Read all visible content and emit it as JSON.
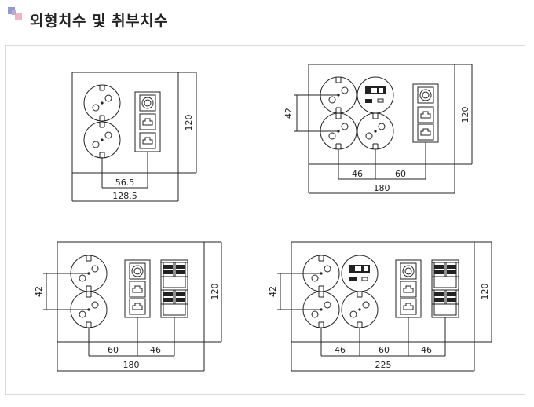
{
  "page": {
    "title": "외형치수 및 취부치수"
  },
  "diagrams": [
    {
      "widths": [
        "56.5",
        "128.5"
      ],
      "height": "120"
    },
    {
      "spacing": "42",
      "widths": [
        "46",
        "60",
        "180"
      ],
      "height": "120"
    },
    {
      "spacing": "42",
      "widths": [
        "60",
        "46",
        "180"
      ],
      "height": "120"
    },
    {
      "spacing": "42",
      "widths": [
        "46",
        "60",
        "46",
        "225"
      ],
      "height": "120"
    }
  ],
  "colors": {
    "line": "#222222",
    "frame": "#d9d9d9",
    "title": "#222222"
  },
  "icons": [
    "schuko-socket-icon",
    "coax-tv-port-icon",
    "rj45-jack-icon",
    "usb-charger-icon",
    "hdmi-modular-block-icon"
  ]
}
